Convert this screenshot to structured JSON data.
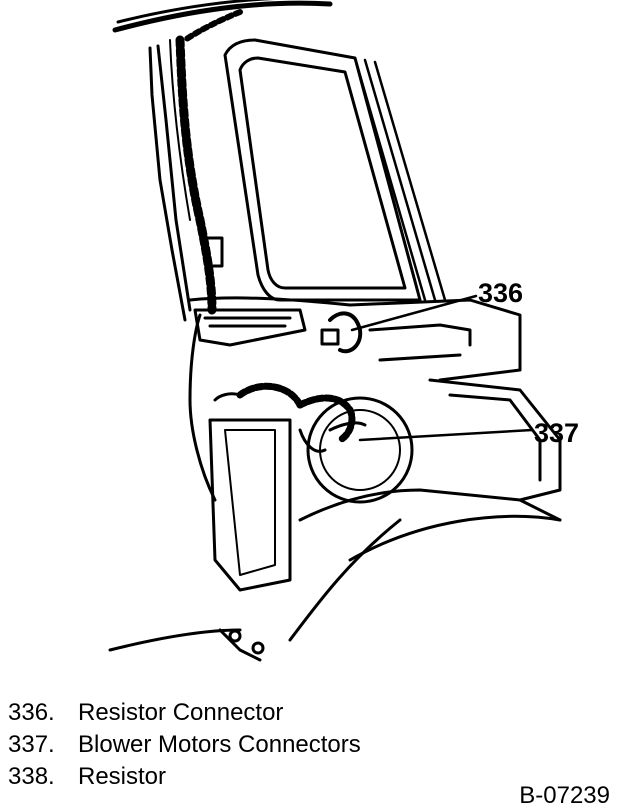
{
  "callouts": {
    "c336": "336",
    "c337": "337"
  },
  "legend": [
    {
      "num": "336.",
      "label": "Resistor Connector"
    },
    {
      "num": "337.",
      "label": "Blower Motors Connectors"
    },
    {
      "num": "338.",
      "label": "Resistor"
    }
  ],
  "figure_id": "B-07239",
  "colors": {
    "ink": "#000000",
    "paper": "#ffffff"
  }
}
